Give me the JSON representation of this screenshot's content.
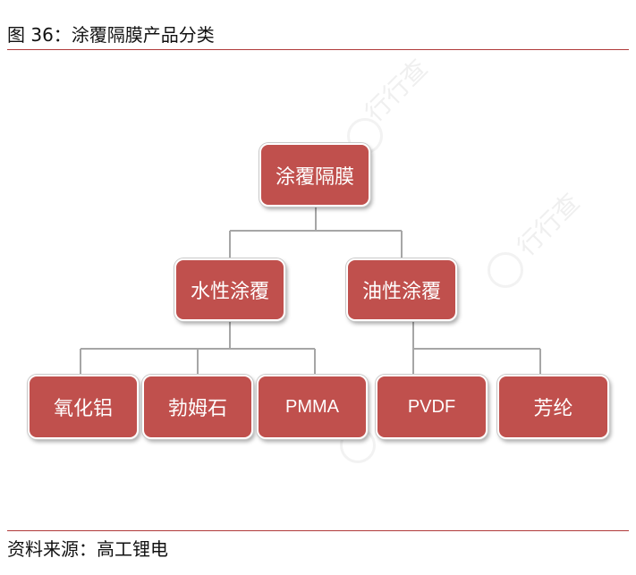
{
  "header": {
    "title": "图 36：涂覆隔膜产品分类"
  },
  "diagram": {
    "root": "涂覆隔膜",
    "categories": [
      "水性涂覆",
      "油性涂覆"
    ],
    "water_based_items": [
      "氧化铝",
      "勃姆石",
      "PMMA"
    ],
    "oil_based_items": [
      "PVDF",
      "芳纶"
    ]
  },
  "footer": {
    "source": "资料来源：高工锂电"
  },
  "colors": {
    "node_fill": "#c0504d",
    "rule": "#b03a3a",
    "connector": "#a6a6a6"
  }
}
